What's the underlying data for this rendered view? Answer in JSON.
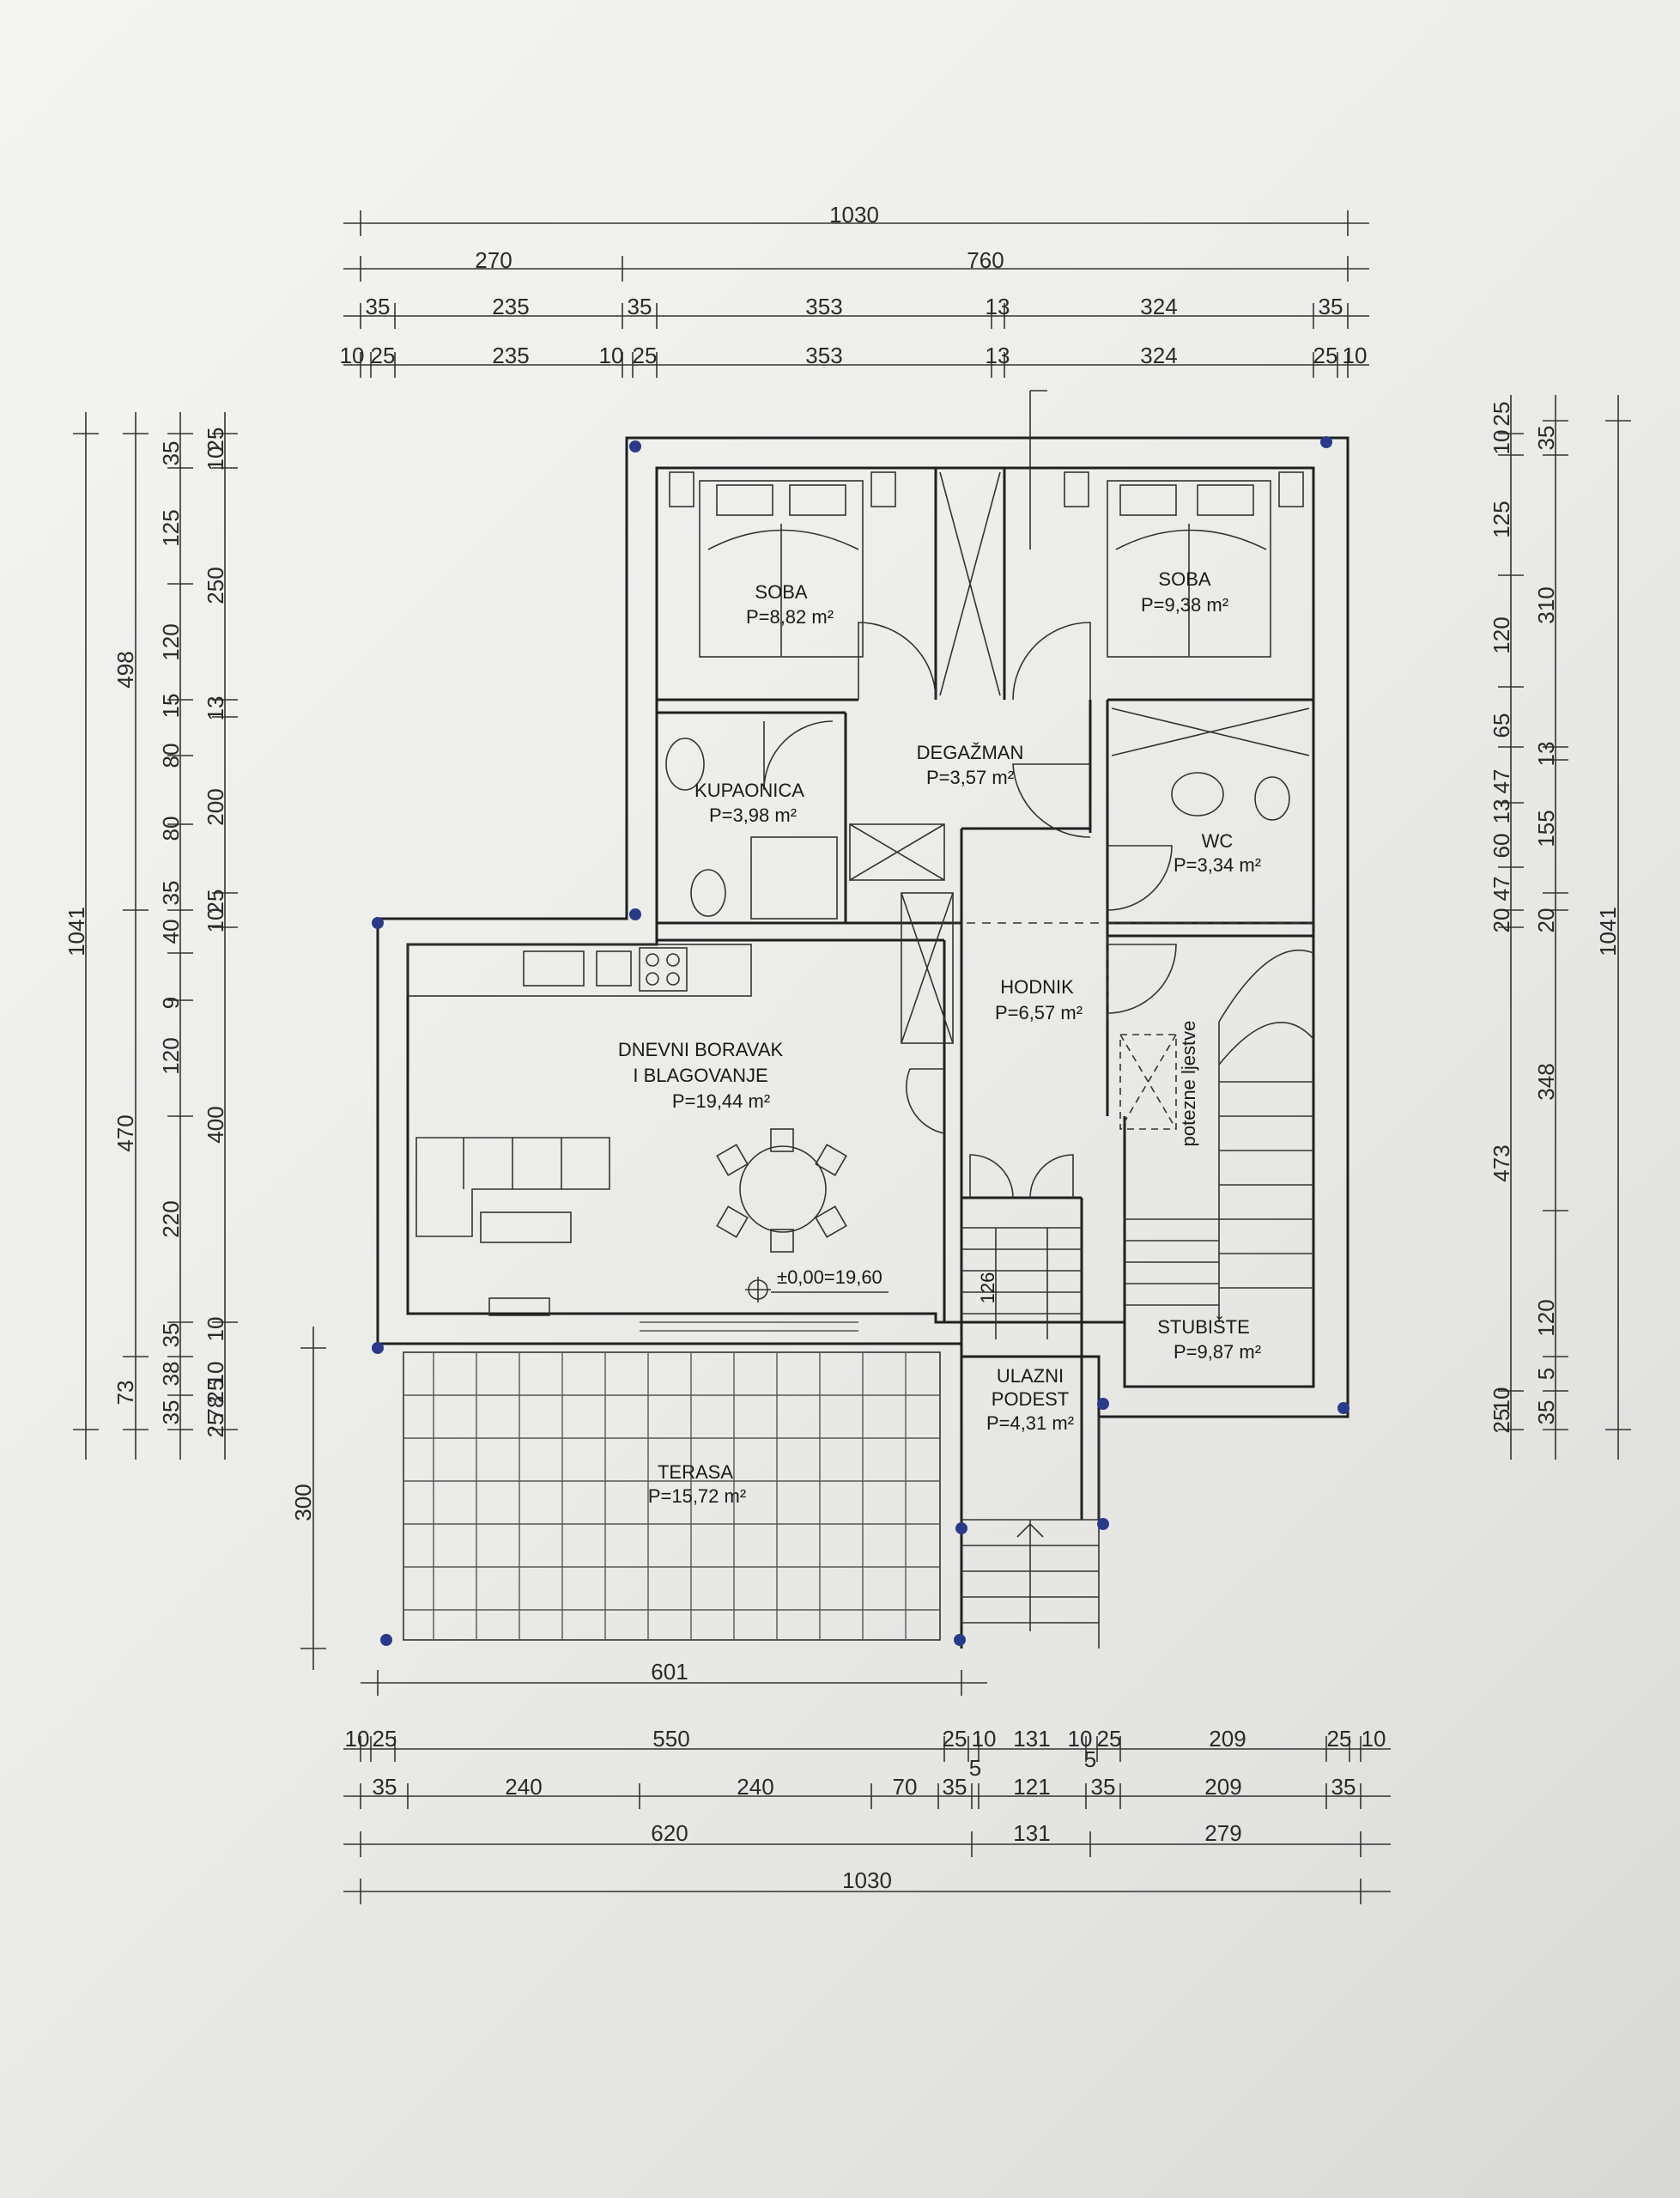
{
  "rooms": {
    "soba1": {
      "name": "SOBA",
      "area": "P=8,82 m²"
    },
    "soba2": {
      "name": "SOBA",
      "area": "P=9,38 m²"
    },
    "degazman": {
      "name": "DEGAŽMAN",
      "area": "P=3,57 m²"
    },
    "kupaonica": {
      "name": "KUPAONICA",
      "area": "P=3,98 m²"
    },
    "wc": {
      "name": "WC",
      "area": "P=3,34 m²"
    },
    "hodnik": {
      "name": "HODNIK",
      "area": "P=6,57 m²"
    },
    "dnevni": {
      "name_line1": "DNEVNI BORAVAK",
      "name_line2": "I BLAGOVANJE",
      "area": "P=19,44 m²"
    },
    "stubiste": {
      "name": "STUBIŠTE",
      "area": "P=9,87 m²"
    },
    "ulazni": {
      "name_line1": "ULAZNI",
      "name_line2": "PODEST",
      "area": "P=4,31 m²"
    },
    "terasa": {
      "name": "TERASA",
      "area": "P=15,72 m²"
    }
  },
  "annotations": {
    "level": "±0,00=19,60",
    "ladder": "potezne ljestve",
    "stair_126": "126"
  },
  "dims_top": {
    "row1": [
      "1030"
    ],
    "row2": [
      "270",
      "760"
    ],
    "row3": [
      "35",
      "235",
      "35",
      "353",
      "13",
      "324",
      "35"
    ],
    "row4": [
      "10",
      "25",
      "235",
      "10",
      "25",
      "353",
      "13",
      "324",
      "25",
      "10"
    ]
  },
  "dims_bottom": {
    "row1": [
      "10",
      "25",
      "550",
      "25",
      "10",
      "131",
      "10",
      "25",
      "5",
      "209",
      "25",
      "10"
    ],
    "row2": [
      "35",
      "240",
      "240",
      "70",
      "35",
      "5",
      "121",
      "35",
      "209",
      "35"
    ],
    "row3": [
      "620",
      "131",
      "279"
    ],
    "row4": [
      "1030"
    ],
    "terrace": [
      "601"
    ]
  },
  "dims_left": {
    "outer": [
      "1041"
    ],
    "col2": [
      "498",
      "470",
      "73"
    ],
    "col3": [
      "35",
      "125",
      "120",
      "15",
      "80",
      "80",
      "35",
      "40",
      "9",
      "120",
      "220",
      "35",
      "38",
      "35"
    ],
    "col4": [
      "25",
      "10",
      "250",
      "13",
      "200",
      "25",
      "10",
      "400",
      "10",
      "10",
      "25",
      "78",
      "25"
    ],
    "terrace": [
      "300"
    ]
  },
  "dims_right": {
    "col1": [
      "25",
      "10",
      "125",
      "120",
      "65",
      "47",
      "13",
      "60",
      "47",
      "20",
      "473",
      "10",
      "25"
    ],
    "col2": [
      "35",
      "310",
      "13",
      "155",
      "20",
      "348",
      "120",
      "5",
      "35"
    ],
    "outer": [
      "1041"
    ]
  },
  "colors": {
    "ink": "#202020",
    "paper": "#f2f2ef",
    "dots": "#2a3a8a"
  }
}
